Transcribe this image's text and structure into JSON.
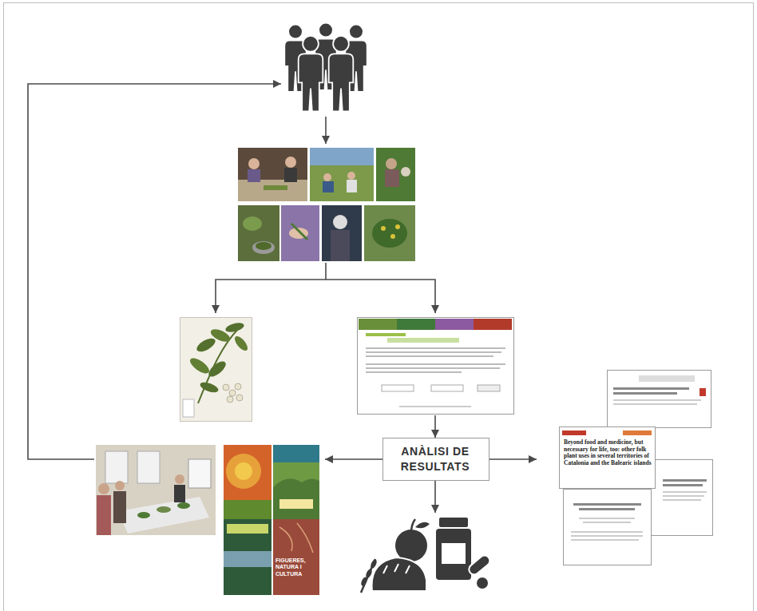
{
  "diagram": {
    "nodes": [
      {
        "text": [
          "ANÀLISI DE RESULTATS"
        ]
      }
    ],
    "labels": [
      "Beyond food and medicine, but necessary for life, too: other folk plant uses in several territories of Catalonia and the Balearic islands",
      "FIGUERES, NATURA I CULTURA"
    ]
  }
}
